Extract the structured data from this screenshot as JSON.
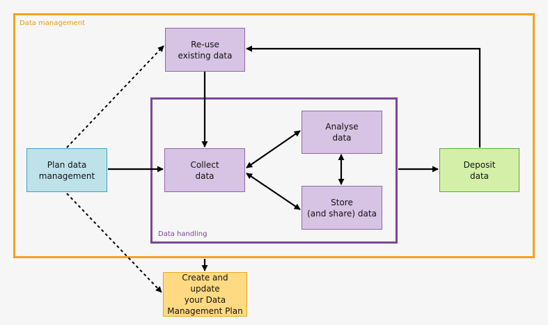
{
  "frames": {
    "data_management": "Data management",
    "data_handling": "Data handling"
  },
  "nodes": {
    "reuse": "Re-use\nexisting data",
    "collect": "Collect\ndata",
    "analyse": "Analyse\ndata",
    "store": "Store\n(and share) data",
    "plan": "Plan data\nmanagement",
    "deposit": "Deposit\ndata",
    "dmp": "Create and update\nyour Data\nManagement Plan"
  },
  "colors": {
    "data_management_frame": "#f4a21c",
    "data_handling_frame": "#7d4597",
    "purple_node": "#d7c3e3",
    "blue_node": "#bfe2ea",
    "green_node": "#d4f0a8",
    "yellow_node": "#ffda82",
    "arrow": "#000000"
  }
}
